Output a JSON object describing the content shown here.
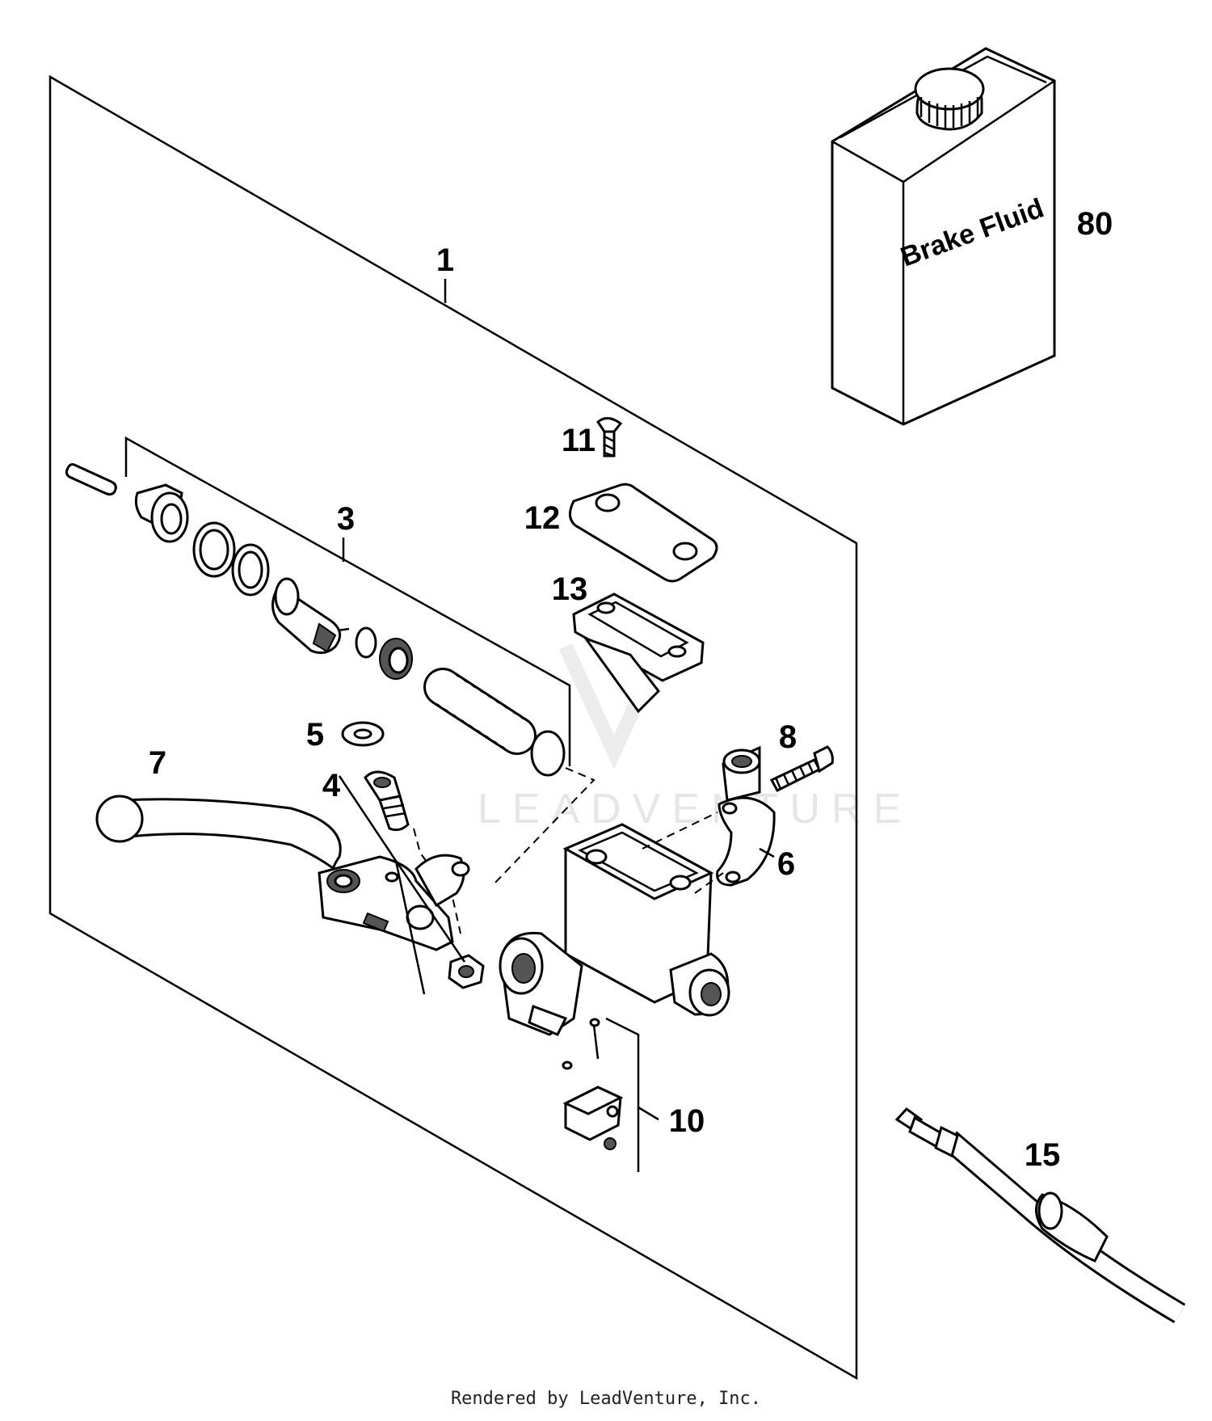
{
  "callouts": {
    "c1": "1",
    "c3": "3",
    "c4": "4",
    "c5": "5",
    "c6": "6",
    "c7": "7",
    "c8": "8",
    "c10": "10",
    "c11": "11",
    "c12": "12",
    "c13": "13",
    "c15": "15",
    "c80": "80"
  },
  "bottle": {
    "label": "Brake Fluid"
  },
  "watermark": "LEADVENTURE",
  "footer": "Rendered by LeadVenture, Inc."
}
